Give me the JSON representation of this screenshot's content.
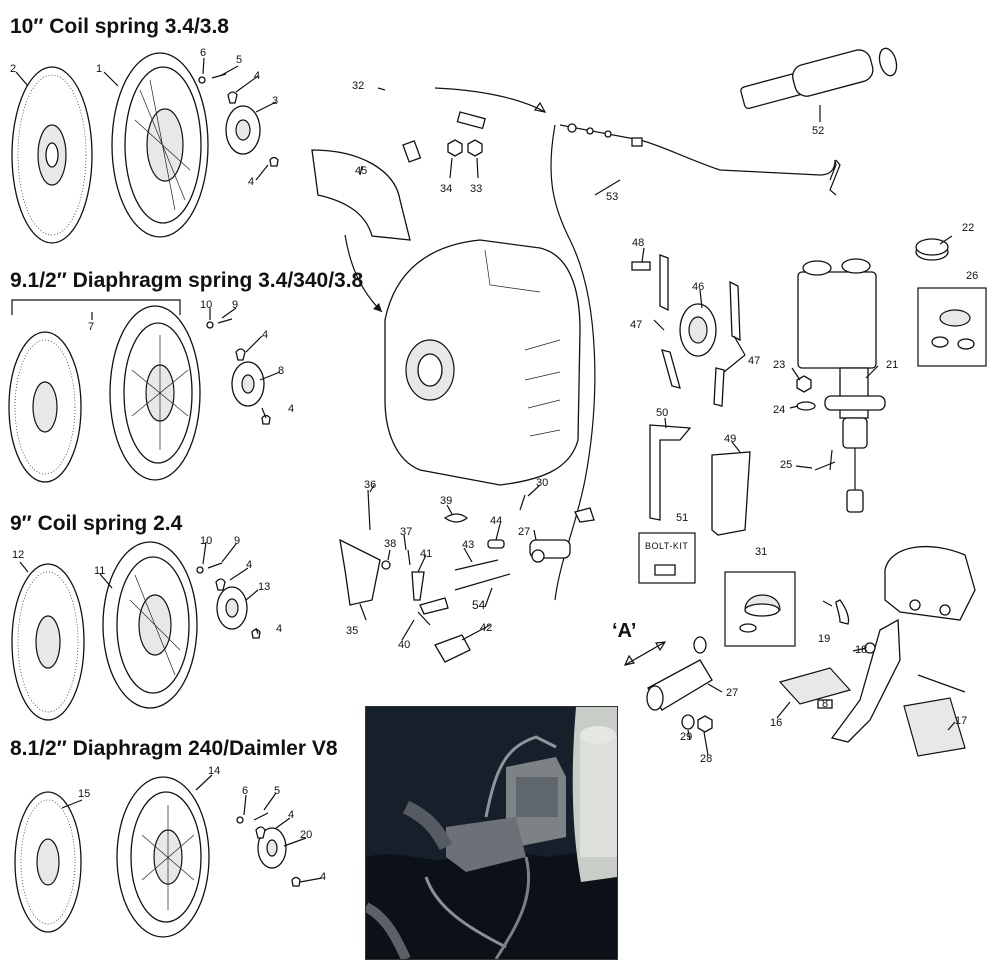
{
  "titles": {
    "coil_10": "10″ Coil spring 3.4/3.8",
    "diaphragm_9_5": "9.1/2″ Diaphragm spring 3.4/340/3.8",
    "coil_9": "9″ Coil spring 2.4",
    "diaphragm_8_5": "8.1/2″ Diaphragm 240/Daimler V8"
  },
  "view_label": "‘A’",
  "bolt_kit_label": "BOLT-KIT",
  "photo_alt": "Clutch master cylinder installed in engine bay",
  "callouts": {
    "n1": "1",
    "n2": "2",
    "n3": "3",
    "n4a": "4",
    "n4b": "4",
    "n5a": "5",
    "n6a": "6",
    "n7": "7",
    "n8": "8",
    "n9a": "9",
    "n10a": "10",
    "n4c": "4",
    "n4d": "4",
    "n9b": "9",
    "n10b": "10",
    "n11": "11",
    "n12": "12",
    "n13": "13",
    "n4e": "4",
    "n4f": "4",
    "n14": "14",
    "n15": "15",
    "n5b": "5",
    "n6b": "6",
    "n4g": "4",
    "n20": "20",
    "n4h": "4",
    "n32": "32",
    "n34": "34",
    "n33": "33",
    "n45": "45",
    "n53": "53",
    "n52": "52",
    "n22": "22",
    "n26": "26",
    "n48": "48",
    "n46": "46",
    "n47a": "47",
    "n47b": "47",
    "n21": "21",
    "n23": "23",
    "n24": "24",
    "n50": "50",
    "n49": "49",
    "n25": "25",
    "n51": "51",
    "n31": "31",
    "n19": "19",
    "n18": "18",
    "n16": "16",
    "n17": "17",
    "n36": "36",
    "n39": "39",
    "n30": "30",
    "n37": "37",
    "n38": "38",
    "n44": "44",
    "n27a": "27",
    "n41": "41",
    "n43": "43",
    "n35": "35",
    "n54": "54",
    "n40": "40",
    "n42": "42",
    "n27b": "27",
    "n29": "29",
    "n28": "28",
    "n8b": "8"
  }
}
